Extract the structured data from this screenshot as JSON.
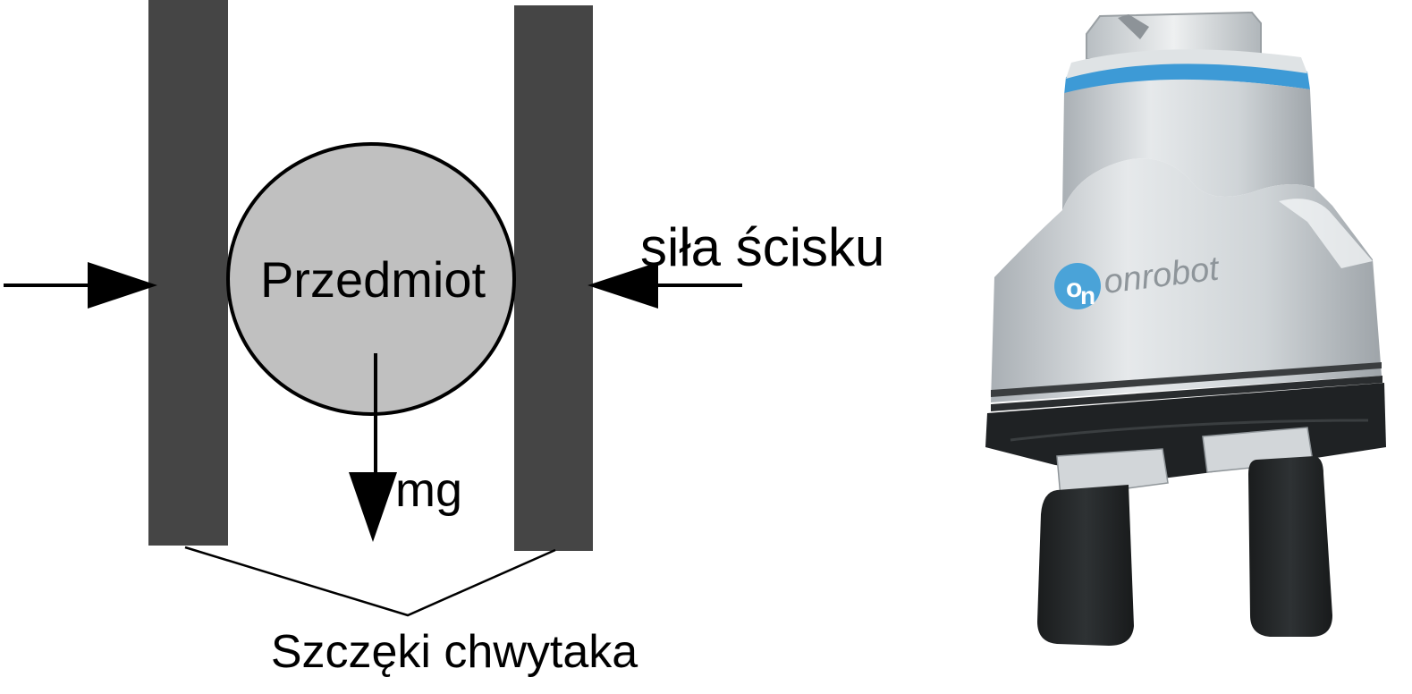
{
  "diagram": {
    "object_label": "Przedmiot",
    "weight_label": "mg",
    "force_label": "siła ścisku",
    "jaws_label": "Szczęki chwytaka"
  },
  "gripper_photo": {
    "brand_logo": "onrobot",
    "icon": "gripper-icon"
  },
  "colors": {
    "jaw": "#454545",
    "object_fill": "#c0c0c0",
    "stroke": "#000000",
    "logo_blue": "#4aa3d8",
    "gripper_body": "#c9ced2",
    "gripper_dark": "#1f2224",
    "gripper_ring": "#3d9ad6"
  }
}
